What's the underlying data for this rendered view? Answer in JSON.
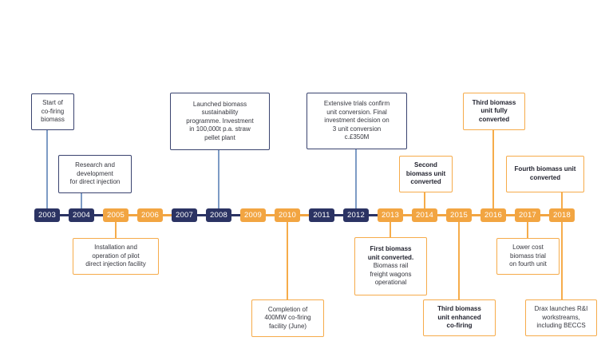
{
  "colors": {
    "navy": "#2b3363",
    "navy_border": "#3a436f",
    "orange": "#f2a542",
    "orange_border": "#f6ab4a",
    "steel_blue_line": "#7d9bc5",
    "orange_line": "#f6ac4a",
    "text": "#35363e",
    "year_text": "#ffffff",
    "background": "#ffffff"
  },
  "timeline": {
    "years": [
      {
        "label": "2003",
        "era": "navy"
      },
      {
        "label": "2004",
        "era": "navy"
      },
      {
        "label": "2005",
        "era": "orange"
      },
      {
        "label": "2006",
        "era": "orange"
      },
      {
        "label": "2007",
        "era": "navy"
      },
      {
        "label": "2008",
        "era": "navy"
      },
      {
        "label": "2009",
        "era": "orange"
      },
      {
        "label": "2010",
        "era": "orange"
      },
      {
        "label": "2011",
        "era": "navy"
      },
      {
        "label": "2012",
        "era": "navy"
      },
      {
        "label": "2013",
        "era": "orange"
      },
      {
        "label": "2014",
        "era": "orange"
      },
      {
        "label": "2015",
        "era": "orange"
      },
      {
        "label": "2016",
        "era": "orange"
      },
      {
        "label": "2017",
        "era": "orange"
      },
      {
        "label": "2018",
        "era": "orange"
      }
    ]
  },
  "events": [
    {
      "id": "start-of-cofiring",
      "year": "2003",
      "side": "above",
      "theme": "navy",
      "lines": [
        {
          "t": "Start of",
          "b": false
        },
        {
          "t": "co-firing",
          "b": false
        },
        {
          "t": "biomass",
          "b": false
        }
      ]
    },
    {
      "id": "research-development",
      "year": "2004",
      "side": "above",
      "theme": "navy",
      "lines": [
        {
          "t": "Research and",
          "b": false
        },
        {
          "t": "development",
          "b": false
        },
        {
          "t": "for direct injection",
          "b": false
        }
      ]
    },
    {
      "id": "biomass-sustainability",
      "year": "2008",
      "side": "above",
      "theme": "navy",
      "lines": [
        {
          "t": "Launched biomass",
          "b": false
        },
        {
          "t": "sustainability",
          "b": false
        },
        {
          "t": "programme. Investment",
          "b": false
        },
        {
          "t": "in 100,000t p.a. straw",
          "b": false
        },
        {
          "t": "pellet plant",
          "b": false
        }
      ]
    },
    {
      "id": "extensive-trials",
      "year": "2012",
      "side": "above",
      "theme": "navy",
      "lines": [
        {
          "t": "Extensive trials confirm",
          "b": false
        },
        {
          "t": "unit conversion. Final",
          "b": false
        },
        {
          "t": "investment decision on",
          "b": false
        },
        {
          "t": "3 unit conversion",
          "b": false
        },
        {
          "t": "c.£350M",
          "b": false
        }
      ]
    },
    {
      "id": "second-biomass-unit-converted",
      "year": "2014",
      "side": "above",
      "theme": "orange",
      "lines": [
        {
          "t": "Second",
          "b": true
        },
        {
          "t": "biomass unit",
          "b": true
        },
        {
          "t": "converted",
          "b": true
        }
      ]
    },
    {
      "id": "third-biomass-unit-fully-converted",
      "year": "2016",
      "side": "above",
      "theme": "orange",
      "lines": [
        {
          "t": "Third biomass",
          "b": true
        },
        {
          "t": "unit fully",
          "b": true
        },
        {
          "t": "converted",
          "b": true
        }
      ]
    },
    {
      "id": "fourth-biomass-unit-converted",
      "year": "2018",
      "side": "above",
      "theme": "orange",
      "lines": [
        {
          "t": "Fourth biomass unit",
          "b": true
        },
        {
          "t": "converted",
          "b": true
        }
      ]
    },
    {
      "id": "pilot-direct-injection-facility",
      "year": "2005",
      "side": "below",
      "theme": "orange",
      "lines": [
        {
          "t": "Installation and",
          "b": false
        },
        {
          "t": "operation of pilot",
          "b": false
        },
        {
          "t": "direct injection facility",
          "b": false
        }
      ]
    },
    {
      "id": "cofiring-facility-completion",
      "year": "2010",
      "side": "below",
      "theme": "orange",
      "lines": [
        {
          "t": "Completion of",
          "b": false
        },
        {
          "t": "400MW co-firing",
          "b": false
        },
        {
          "t": "facility (June)",
          "b": false
        }
      ]
    },
    {
      "id": "first-biomass-unit-converted",
      "year": "2013",
      "side": "below",
      "theme": "orange",
      "lines": [
        {
          "t": "First biomass",
          "b": true
        },
        {
          "t": "unit converted.",
          "b": true
        },
        {
          "t": "Biomass rail",
          "b": false
        },
        {
          "t": "freight wagons",
          "b": false
        },
        {
          "t": "operational",
          "b": false
        }
      ]
    },
    {
      "id": "third-biomass-unit-enhanced-cofiring",
      "year": "2015",
      "side": "below",
      "theme": "orange",
      "lines": [
        {
          "t": "Third biomass",
          "b": true
        },
        {
          "t": "unit enhanced",
          "b": true
        },
        {
          "t": "co-firing",
          "b": true
        }
      ]
    },
    {
      "id": "lower-cost-biomass-trial",
      "year": "2017",
      "side": "below",
      "theme": "orange",
      "lines": [
        {
          "t": "Lower cost",
          "b": false
        },
        {
          "t": "biomass trial",
          "b": false
        },
        {
          "t": "on fourth unit",
          "b": false
        }
      ]
    },
    {
      "id": "drax-ri-workstreams-beccs",
      "year": "2018",
      "side": "below",
      "theme": "orange",
      "lines": [
        {
          "t": "Drax launches R&I",
          "b": false
        },
        {
          "t": "workstreams,",
          "b": false
        },
        {
          "t": "including BECCS",
          "b": false
        }
      ]
    }
  ]
}
